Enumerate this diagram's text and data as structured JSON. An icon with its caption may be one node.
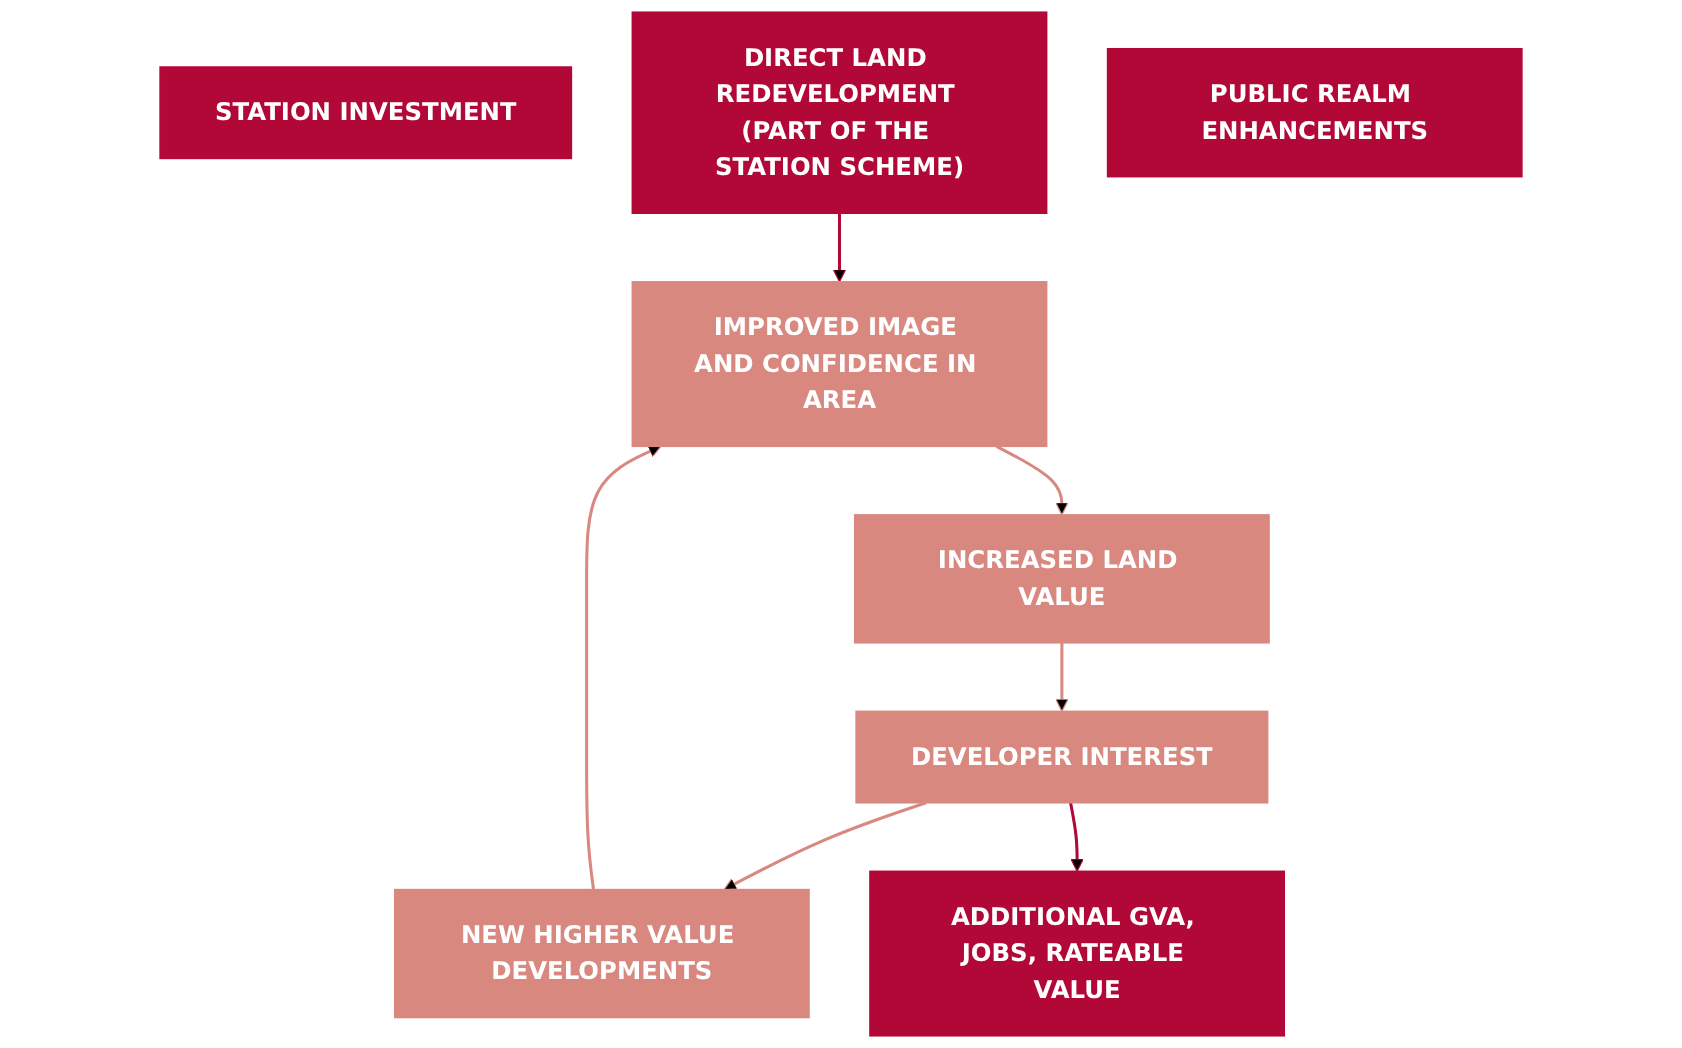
{
  "diagram": {
    "nodes": [
      {
        "text": [
          "STATION INVESTMENT"
        ]
      },
      {
        "text": [
          "DIRECT LAND REDEVELOPMENT (PART OF THE STATION SCHEME)"
        ]
      },
      {
        "text": [
          "PUBLIC REALM ENHANCEMENTS"
        ]
      },
      {
        "text": [
          "IMPROVED IMAGE AND CONFIDENCE IN AREA"
        ]
      },
      {
        "text": [
          "NEW HIGHER VALUE DEVELOPMENTS"
        ]
      },
      {
        "text": [
          "INCREASED LAND VALUE"
        ]
      },
      {
        "text": [
          "DEVELOPER INTEREST"
        ]
      },
      {
        "text": [
          "ADDITIONAL GVA, JOBS, RATEABLE VALUE"
        ]
      }
    ],
    "edges": [
      {
        "from": 1,
        "to": 3,
        "arrow": "to",
        "color": "#b20838"
      },
      {
        "from": 3,
        "to": 5,
        "arrow": "to"
      },
      {
        "from": 5,
        "to": 6,
        "arrow": "to"
      },
      {
        "from": 6,
        "to": 4,
        "arrow": "to"
      },
      {
        "from": 4,
        "to": 3,
        "arrow": "to"
      },
      {
        "from": 6,
        "to": 7,
        "arrow": "to",
        "color": "#b20838"
      }
    ]
  }
}
